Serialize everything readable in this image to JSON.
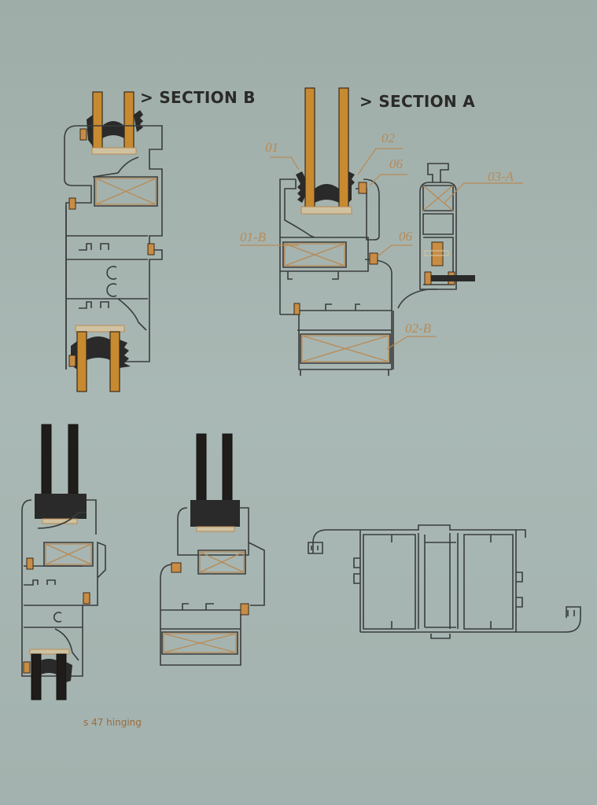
{
  "page": {
    "background_color": "#a6b4af",
    "accent_color": "#b88a55",
    "glass_color": "#c88a30",
    "profile_line_color": "#3a3d3d"
  },
  "headings": {
    "section_b": "> SECTION B",
    "section_a": "> SECTION A"
  },
  "callouts": [
    {
      "id": "01",
      "text": "01"
    },
    {
      "id": "02",
      "text": "02"
    },
    {
      "id": "06-top",
      "text": "06"
    },
    {
      "id": "03-A",
      "text": "03-A"
    },
    {
      "id": "01-B",
      "text": "01-B"
    },
    {
      "id": "06-mid",
      "text": "06"
    },
    {
      "id": "02-B",
      "text": "02-B"
    }
  ],
  "caption": "s 47  hinging",
  "drawings": [
    {
      "name": "section-b-profile",
      "description": "Vertical section with double glazing top and bottom"
    },
    {
      "name": "section-a-profile",
      "description": "Sash and frame section with hinge detail"
    },
    {
      "name": "hinging-variant-1",
      "description": "Dark glazing variant, tall section"
    },
    {
      "name": "hinging-variant-2",
      "description": "Dark glazing variant, sash on frame"
    },
    {
      "name": "mullion-profile",
      "description": "Horizontal T-mullion profile"
    }
  ]
}
